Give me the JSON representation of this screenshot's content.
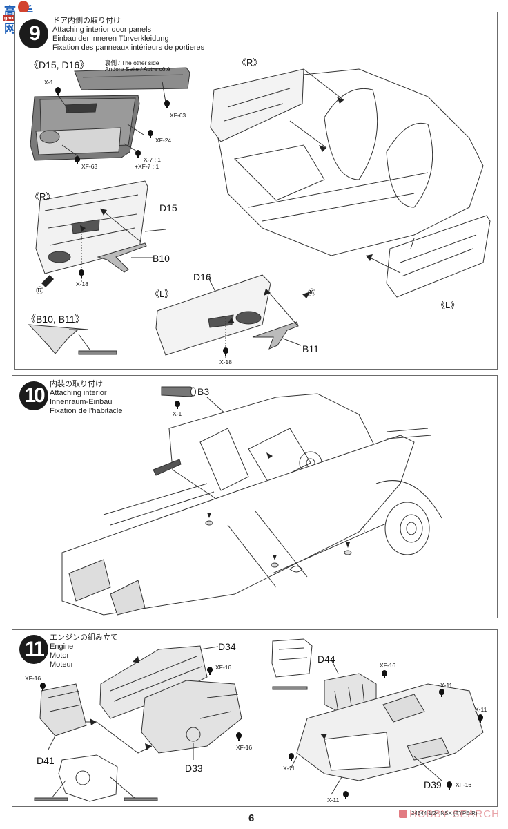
{
  "watermark_top": {
    "chinese": "高手网",
    "url": "gao-shou.com"
  },
  "steps": [
    {
      "number": "9",
      "title_jp": "ドア内側の取り付け",
      "title_en": "Attaching interior door panels",
      "title_de": "Einbau der inneren Türverkleidung",
      "title_fr": "Fixation des panneaux intérieurs de portieres",
      "labels": {
        "d15_d16": "《D15, D16》",
        "other_side_1": "裏側 / The other side",
        "other_side_2": "Andere Seite / Autre côté",
        "paint_x1": "X-1",
        "paint_xf63_top": "XF-63",
        "paint_xf24": "XF-24",
        "paint_x7": "X-7 : 1",
        "paint_xf7": "+XF-7 : 1",
        "paint_xf63_bottom": "XF-63",
        "r_left": "《R》",
        "d15": "D15",
        "b10": "B10",
        "x18_left": "X-18",
        "ref17": "⑰",
        "b10_b11": "《B10, B11》",
        "d16": "D16",
        "l_left": "《L》",
        "ref16": "⑯",
        "b11": "B11",
        "x18_right": "X-18",
        "r_right": "《R》",
        "l_right": "《L》"
      }
    },
    {
      "number": "10",
      "title_jp": "内装の取り付け",
      "title_en": "Attaching interior",
      "title_de": "Innenraum-Einbau",
      "title_fr": "Fixation de l'habitacle",
      "labels": {
        "b3": "B3",
        "x1": "X-1"
      }
    },
    {
      "number": "11",
      "title_jp": "エンジンの組み立て",
      "title_en": "Engine",
      "title_de": "Motor",
      "title_fr": "Moteur",
      "labels": {
        "d34": "D34",
        "xf16_a": "XF-16",
        "xf16_b": "XF-16",
        "xf16_c": "XF-16",
        "d41": "D41",
        "d33": "D33",
        "d44": "D44",
        "xf16_d": "XF-16",
        "x11_a": "X-11",
        "x11_b": "X-11",
        "x11_c": "X-11",
        "x11_d": "X-11",
        "d39": "D39",
        "xf16_e": "XF-16"
      }
    }
  ],
  "footer": {
    "page_number": "6",
    "watermark": "HOBBY SEARCH",
    "watermark_code": "24344 1/24 NSX (TYPE-R)"
  }
}
